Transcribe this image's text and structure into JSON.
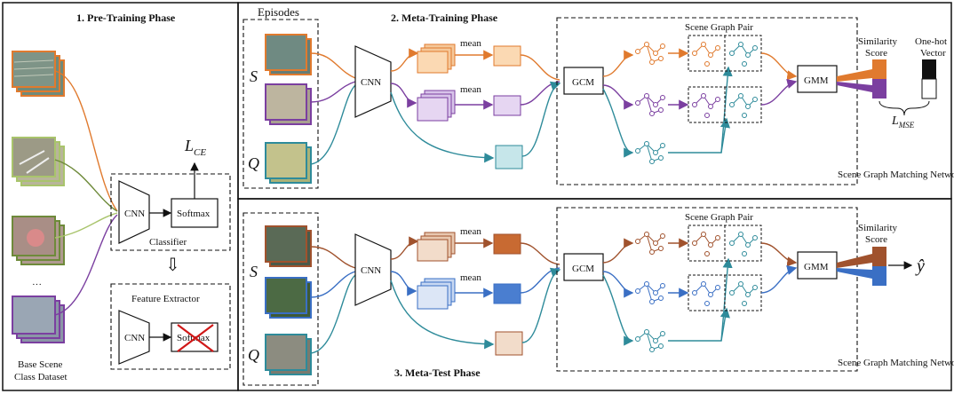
{
  "pretraining": {
    "title": "1. Pre-Training Phase",
    "dataset_label_1": "Base Scene",
    "dataset_label_2": "Class Dataset",
    "dots": "···",
    "cnn": "CNN",
    "softmax": "Softmax",
    "loss_main": "L",
    "loss_sub": "CE",
    "classifier": "Classifier",
    "arrow": "⇩",
    "feature_extractor": "Feature Extractor",
    "cnn2": "CNN",
    "softmax2": "Softmax"
  },
  "metatrain": {
    "episodes": "Episodes",
    "title": "2. Meta-Training Phase",
    "support": "S",
    "query": "Q",
    "cnn": "CNN",
    "mean1": "mean",
    "mean2": "mean",
    "gcm": "GCM",
    "pair": "Scene Graph Pair",
    "gmm": "GMM",
    "sim1": "Similarity",
    "sim2": "Score",
    "onehot1": "One-hot",
    "onehot2": "Vector",
    "loss_main": "L",
    "loss_sub": "MSE",
    "network": "Scene Graph Matching Network"
  },
  "metatest": {
    "title": "3. Meta-Test Phase",
    "support": "S",
    "query": "Q",
    "cnn": "CNN",
    "mean1": "mean",
    "mean2": "mean",
    "gcm": "GCM",
    "pair": "Scene Graph Pair",
    "gmm": "GMM",
    "sim1": "Similarity",
    "sim2": "Score",
    "yhat": "ŷ",
    "network": "Scene Graph Matching Network"
  },
  "colors": {
    "orange": "#e07a2e",
    "purple": "#7b3fa0",
    "teal": "#2e8b9a",
    "brown": "#a0522d",
    "blue": "#3a6fc4",
    "olive": "#6e8a3a",
    "lightgreen": "#a9c46c"
  }
}
